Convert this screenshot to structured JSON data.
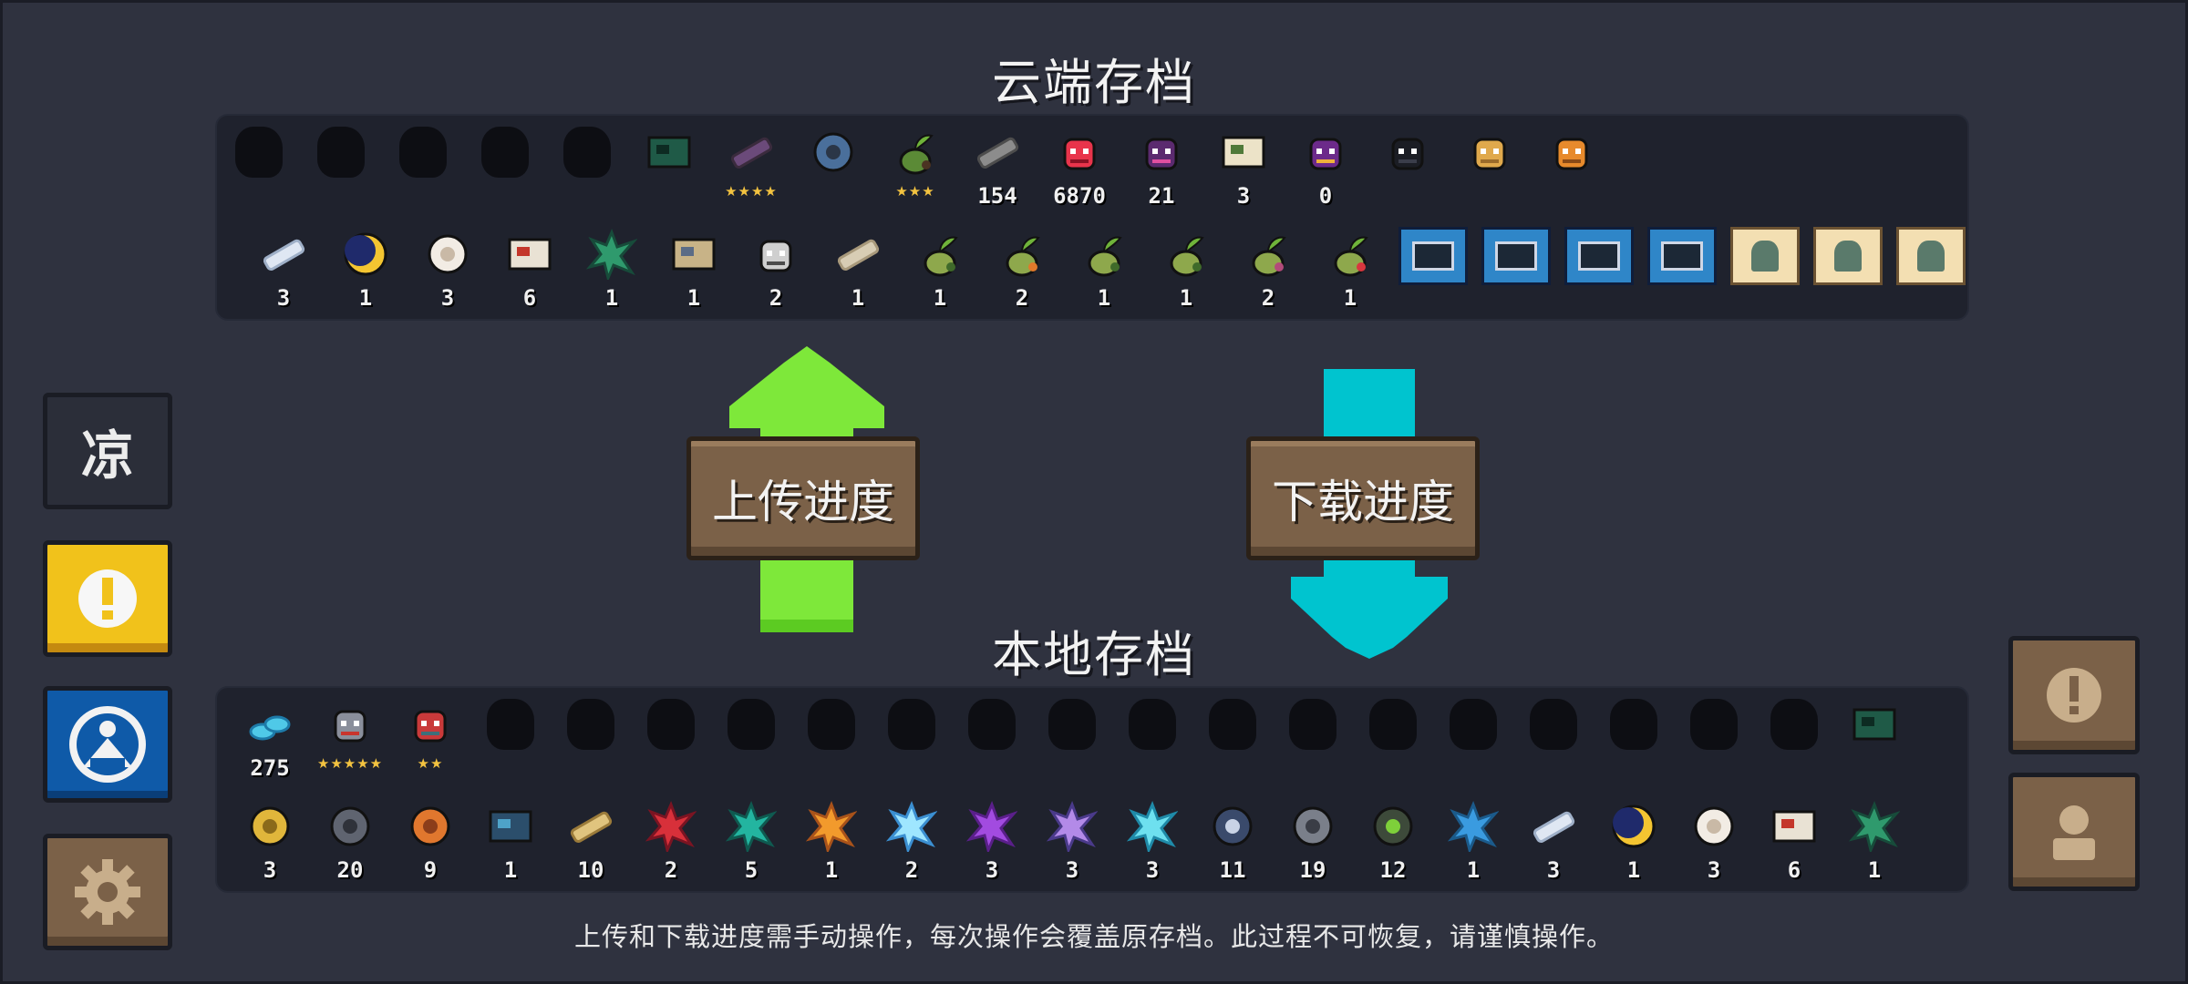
{
  "cloud": {
    "title": "云端存档",
    "row1": [
      {
        "icon": "silhouette-locked-icon"
      },
      {
        "icon": "silhouette-locked-icon"
      },
      {
        "icon": "silhouette-locked-icon"
      },
      {
        "icon": "silhouette-locked-icon"
      },
      {
        "icon": "silhouette-locked-icon"
      },
      {
        "icon": "green-cabinet-icon",
        "count": ""
      },
      {
        "icon": "purple-staff-icon",
        "stars": "★★★★"
      },
      {
        "icon": "round-pot-icon",
        "count": ""
      },
      {
        "icon": "potted-sprout-icon",
        "stars": "★★★"
      },
      {
        "icon": "gun-part-icon",
        "count": "154"
      },
      {
        "icon": "red-slime-icon",
        "count": "6870"
      },
      {
        "icon": "horned-monster-icon",
        "count": "21"
      },
      {
        "icon": "dice-card-icon",
        "count": "3"
      },
      {
        "icon": "demon-mask-icon",
        "count": "0"
      },
      {
        "icon": "black-cat-icon",
        "count": ""
      },
      {
        "icon": "yellow-cat-icon",
        "count": ""
      },
      {
        "icon": "orange-dragon-icon",
        "count": ""
      }
    ],
    "row2": [
      {
        "icon": "feather-icon",
        "count": "3"
      },
      {
        "icon": "crescent-moon-icon",
        "count": "1"
      },
      {
        "icon": "cloth-bag-icon",
        "count": "3"
      },
      {
        "icon": "e-card-icon",
        "count": "6"
      },
      {
        "icon": "green-crystal-icon",
        "count": "1"
      },
      {
        "icon": "wooden-tray-icon",
        "count": "1"
      },
      {
        "icon": "robot-head-icon",
        "count": "2"
      },
      {
        "icon": "scroll-icon",
        "count": "1"
      },
      {
        "icon": "seedling-icon",
        "count": "1"
      },
      {
        "icon": "carrot-seedling-icon",
        "count": "2"
      },
      {
        "icon": "seedling-icon",
        "count": "1"
      },
      {
        "icon": "seedling-icon",
        "count": "1"
      },
      {
        "icon": "flower-seedling-icon",
        "count": "2"
      },
      {
        "icon": "berry-seedling-icon",
        "count": "1"
      }
    ],
    "cards_blue": [
      "blue-card-machine-icon",
      "blue-card-ufo-icon",
      "blue-card-hammer-icon",
      "blue-card-battery-icon"
    ],
    "cards_beige": [
      "beige-card-bush-icon",
      "beige-card-cactus-icon",
      "beige-card-flower-icon"
    ]
  },
  "upload_label": "上传进度",
  "download_label": "下载进度",
  "local": {
    "title": "本地存档",
    "row1": [
      {
        "icon": "blue-gems-icon",
        "count": "275"
      },
      {
        "icon": "knight-hero-icon",
        "stars": "★★★★★"
      },
      {
        "icon": "rogue-hero-icon",
        "stars": "★★"
      },
      {
        "icon": "silhouette-locked-icon"
      },
      {
        "icon": "silhouette-locked-icon"
      },
      {
        "icon": "silhouette-locked-icon"
      },
      {
        "icon": "silhouette-locked-icon"
      },
      {
        "icon": "silhouette-locked-icon"
      },
      {
        "icon": "silhouette-locked-icon"
      },
      {
        "icon": "silhouette-locked-icon"
      },
      {
        "icon": "silhouette-locked-icon"
      },
      {
        "icon": "silhouette-locked-icon"
      },
      {
        "icon": "silhouette-locked-icon"
      },
      {
        "icon": "silhouette-locked-icon"
      },
      {
        "icon": "silhouette-locked-icon"
      },
      {
        "icon": "silhouette-locked-icon"
      },
      {
        "icon": "silhouette-locked-icon"
      },
      {
        "icon": "silhouette-locked-icon"
      },
      {
        "icon": "silhouette-locked-icon"
      },
      {
        "icon": "silhouette-locked-icon"
      },
      {
        "icon": "green-cabinet-icon",
        "count": ""
      }
    ],
    "row2": [
      {
        "icon": "gold-idol-icon",
        "count": "3"
      },
      {
        "icon": "iron-ore-icon",
        "count": "20"
      },
      {
        "icon": "copper-ore-icon",
        "count": "9"
      },
      {
        "icon": "blue-plate-icon",
        "count": "1"
      },
      {
        "icon": "wood-plank-icon",
        "count": "10"
      },
      {
        "icon": "red-leaf-icon",
        "count": "2"
      },
      {
        "icon": "teal-leaf-icon",
        "count": "5"
      },
      {
        "icon": "orange-leaf-icon",
        "count": "1"
      },
      {
        "icon": "ice-crystal-icon",
        "count": "2"
      },
      {
        "icon": "purple-crystal-icon",
        "count": "3"
      },
      {
        "icon": "violet-crystal-icon",
        "count": "3"
      },
      {
        "icon": "cyan-crystal-icon",
        "count": "3"
      },
      {
        "icon": "fish-emblem-icon",
        "count": "11"
      },
      {
        "icon": "gear-part-icon",
        "count": "19"
      },
      {
        "icon": "battery-part-icon",
        "count": "12"
      },
      {
        "icon": "blue-leaf-icon",
        "count": "1"
      },
      {
        "icon": "feather-icon",
        "count": "3"
      },
      {
        "icon": "crescent-moon-icon",
        "count": "1"
      },
      {
        "icon": "cloth-bag-icon",
        "count": "3"
      },
      {
        "icon": "e-card-icon",
        "count": "6"
      },
      {
        "icon": "green-crystal-icon",
        "count": "1"
      }
    ]
  },
  "notice": "上传和下载进度需手动操作，每次操作会覆盖原存档。此过程不可恢复，请谨慎操作。",
  "sidebar": {
    "cool_label": "凉",
    "alert_icon": "exclamation-icon",
    "blue_icon": "chillyroom-logo-icon",
    "settings_icon": "gear-icon"
  },
  "right_buttons": {
    "alert_icon": "exclamation-icon",
    "profile_icon": "person-icon"
  },
  "colors": {
    "background": "#2f323f",
    "panel": "#1f222d",
    "upload_arrow": "#7ee83a",
    "download_arrow": "#00c4cf",
    "button_brown": "#7b6148",
    "yellow_button": "#f1c21b",
    "blue_button": "#0f5aa8"
  }
}
